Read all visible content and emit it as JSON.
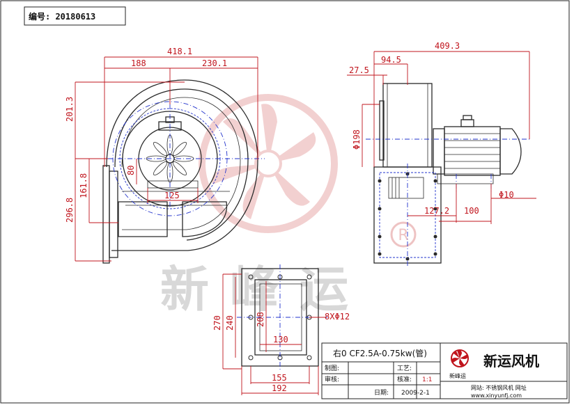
{
  "drawing_no": "编号: 20180613",
  "model": "右0 CF2.5A-0.75kw(管)",
  "company": "新运风机",
  "watermark_text": "新峰运",
  "logo_text": "新峰运",
  "registered_mark": "R",
  "website_label": "网站: 不锈钢风机 网址",
  "website_url": "www.xinyunfj.com",
  "title_block": {
    "draw_label": "制图:",
    "review_label": "审核:",
    "date_label": "日期:",
    "process_label": "工艺:",
    "approve_label": "核准:",
    "scale": "1:1",
    "date": "2009-2-1"
  },
  "dims": {
    "front_total_width": "418.1",
    "front_left_width": "188",
    "front_right_width": "230.1",
    "front_top_height": "201.3",
    "front_mid_height": "161.8",
    "front_total_height": "296.8",
    "front_inlet_height": "80",
    "front_base_width": "125",
    "side_total_width": "409.3",
    "side_inner_width": "94.5",
    "side_flange_width": "27.5",
    "side_inlet_dia": "Φ198",
    "side_hole_dia": "Φ10",
    "side_foot_spacing": "127.2",
    "side_foot_width": "100",
    "flange_outer_height": "270",
    "flange_mid_height": "240",
    "flange_inner_height": "208",
    "flange_holes": "8XΦ12",
    "flange_inner_width": "130",
    "flange_mid_width": "155",
    "flange_outer_width": "192"
  },
  "colors": {
    "dimension": "#c0141c",
    "part": "#2a2a2a",
    "centerline": "#2233cc",
    "watermark_logo": "#e8aaaa",
    "watermark_text": "#d8d8d8"
  }
}
